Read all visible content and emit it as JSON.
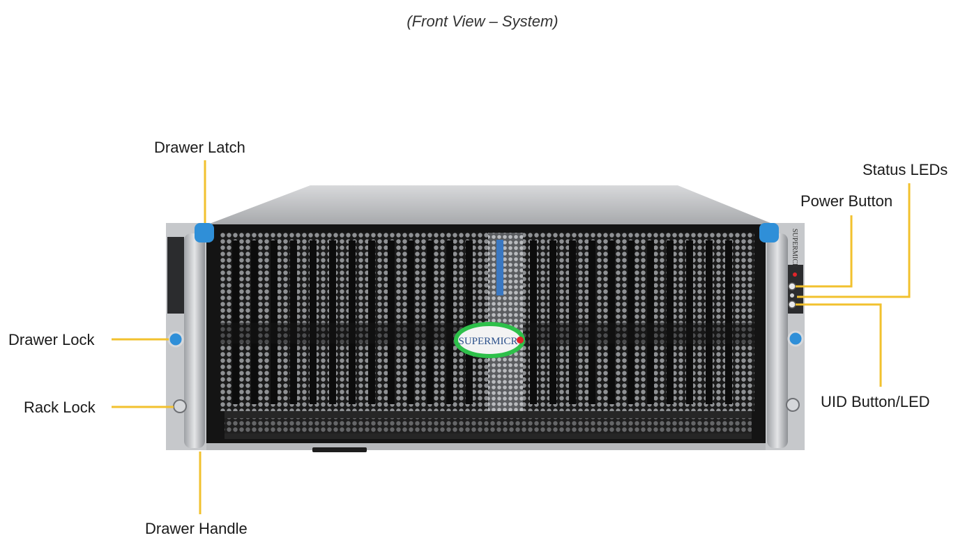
{
  "title": "(Front View – System)",
  "logo_text": "SUPERMICR",
  "side_logo_text": "SUPERMICR",
  "labels": {
    "drawer_latch": "Drawer Latch",
    "drawer_lock": "Drawer Lock",
    "rack_lock": "Rack Lock",
    "drawer_handle": "Drawer Handle",
    "status_leds": "Status LEDs",
    "power_button": "Power Button",
    "uid_button": "UID Button/LED"
  },
  "colors": {
    "callout": "#f2c12e",
    "latch_blue": "#2f8fd8",
    "chassis_dark": "#141414",
    "chassis_silver": "#c9cbce",
    "logo_green": "#2ec04a",
    "logo_red": "#e0242a"
  }
}
